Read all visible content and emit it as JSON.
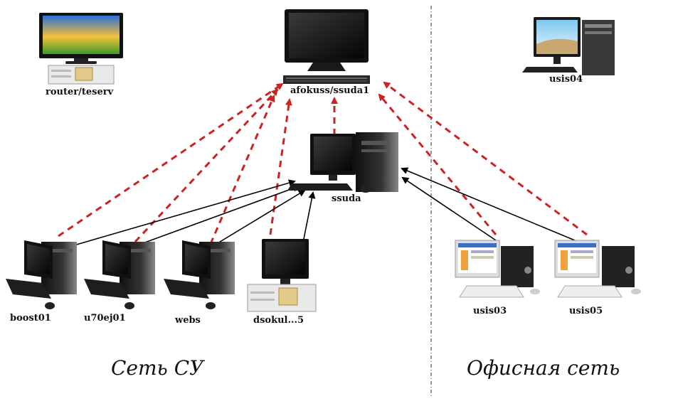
{
  "nodes": {
    "router": {
      "label": "router/teserv"
    },
    "afokuss": {
      "label": "afokuss/ssuda1"
    },
    "ssuda": {
      "label": "ssuda"
    },
    "usis04": {
      "label": "usis04"
    },
    "boost01": {
      "label": "boost01"
    },
    "u70ej01": {
      "label": "u70ej01"
    },
    "webs": {
      "label": "webs"
    },
    "dsokul": {
      "label": "dsokul...5"
    },
    "usis03": {
      "label": "usis03"
    },
    "usis05": {
      "label": "usis05"
    }
  },
  "zones": {
    "su": "Сеть СУ",
    "office": "Офисная сеть"
  },
  "colors": {
    "dashed_link": "#cc2222",
    "solid_link": "#000000",
    "separator": "#555555"
  }
}
